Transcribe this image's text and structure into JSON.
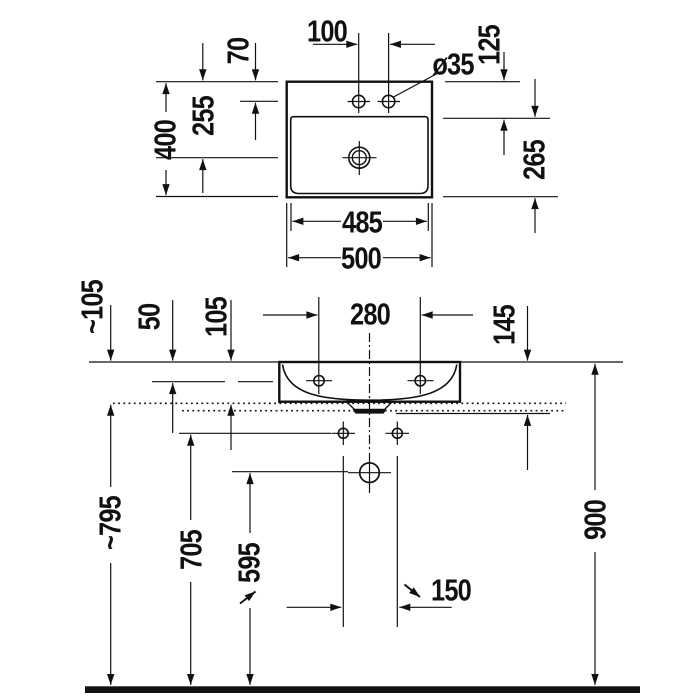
{
  "drawing": {
    "ink_color": "#111111",
    "background_color": "#ffffff"
  },
  "labels": {
    "plan": {
      "faucet_spacing": "100",
      "rim_to_faucet": "70",
      "rim_to_drain": "255",
      "depth": "400",
      "faucet_diameter": "ø35",
      "rim_to_bowl": "125",
      "bowl_depth": "265",
      "inner_width": "485",
      "width": "500"
    },
    "elevation": {
      "approx_rim_drop": "~105",
      "rim_to_hole": "50",
      "rim_to_bottom": "105",
      "hole_spacing": "280",
      "body_height": "145",
      "approx_floor_to_bottom": "~795",
      "floor_to_fixing": "705",
      "floor_to_drain": "595",
      "drain_offset": "150",
      "floor_to_rim": "900"
    }
  }
}
